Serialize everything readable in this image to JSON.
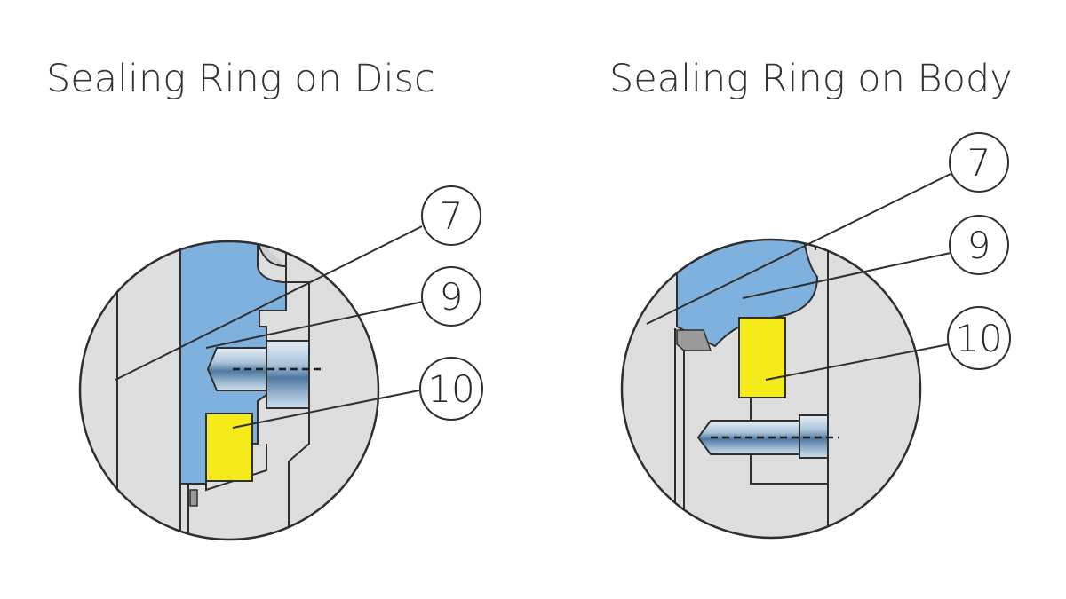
{
  "titles": {
    "left": "Sealing Ring on Disc",
    "right": "Sealing Ring on Body"
  },
  "callouts": {
    "left": [
      "7",
      "9",
      "10"
    ],
    "right": [
      "7",
      "9",
      "10"
    ]
  },
  "colors": {
    "disc_blue": "#7fb1de",
    "seal_yellow": "#f5ea1a",
    "body_grey": "#dedede",
    "outline": "#2f2f2f"
  }
}
